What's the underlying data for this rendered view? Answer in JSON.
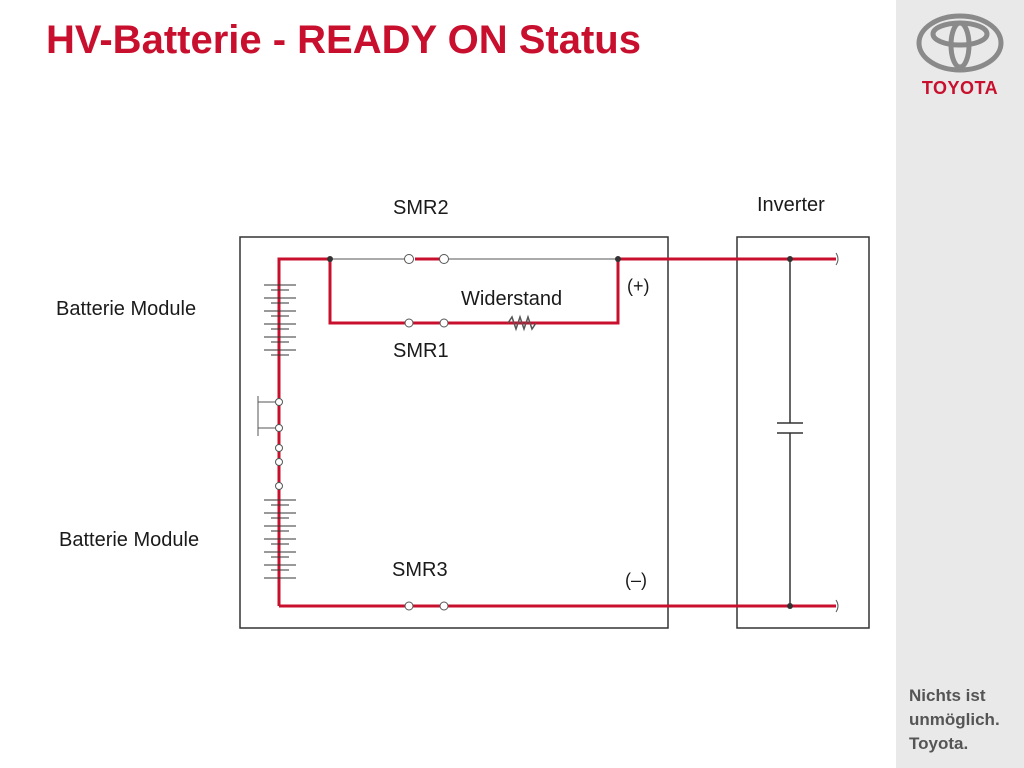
{
  "slide": {
    "title": "HV-Batterie - READY ON Status"
  },
  "branding": {
    "brand_name": "TOYOTA",
    "brand_color": "#c8102e",
    "logo_icon": "toyota-logo-icon",
    "slogan_lines": [
      "Nichts ist",
      "unmöglich.",
      "Toyota."
    ]
  },
  "diagram": {
    "labels": {
      "smr2": "SMR2",
      "smr1": "SMR1",
      "smr3": "SMR3",
      "inverter": "Inverter",
      "resistor": "Widerstand",
      "battery_module_top": "Batterie Module",
      "battery_module_bottom": "Batterie Module",
      "plus": "(+)",
      "minus": "(–)"
    },
    "active_path_color": "#c8102e",
    "inactive_path_color": "#555555"
  }
}
